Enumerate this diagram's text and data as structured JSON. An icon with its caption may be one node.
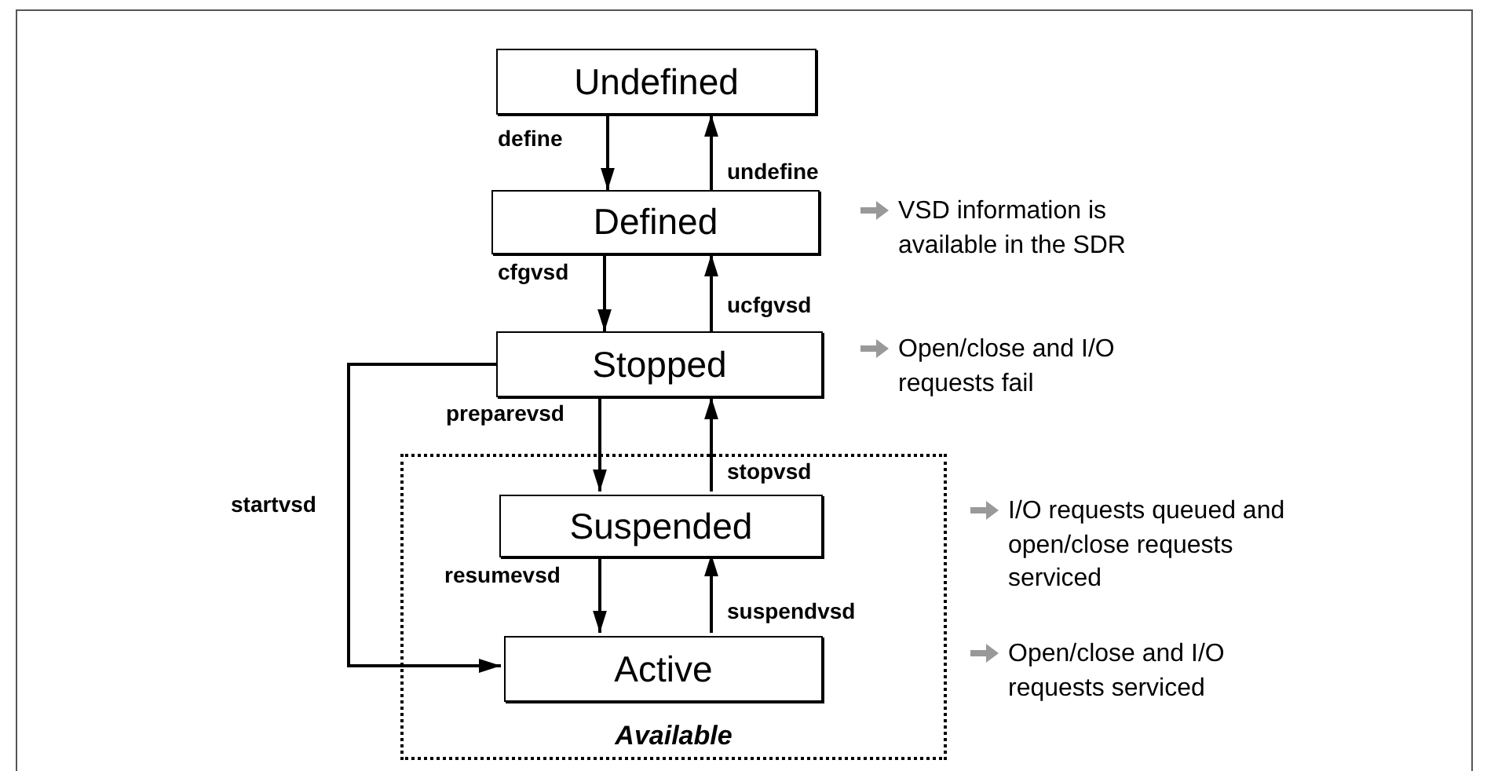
{
  "diagram": {
    "nodes": [
      {
        "text": [
          "Undefined"
        ]
      },
      {
        "text": [
          "Defined"
        ],
        "beside": [
          "VSD information is available in the SDR"
        ]
      },
      {
        "text": [
          "Stopped"
        ],
        "beside": [
          "Open/close and I/O requests fail"
        ]
      },
      {
        "text": [
          "Available"
        ]
      },
      {
        "text": [
          "Suspended"
        ],
        "in": 3
      },
      {
        "text": [
          "Active"
        ],
        "in": 3
      }
    ],
    "labels": [
      "I/O requests queued and open/close requests serviced",
      "Open/close and I/O requests serviced"
    ],
    "edges": [
      {
        "from": 0,
        "to": 1,
        "arrow": "to",
        "label": "define"
      },
      {
        "from": 1,
        "to": 0,
        "arrow": "to",
        "label": "undefine"
      },
      {
        "from": 1,
        "to": 2,
        "arrow": "to",
        "label": "cfgvsd"
      },
      {
        "from": 2,
        "to": 1,
        "arrow": "to",
        "label": "ucfgvsd"
      },
      {
        "from": 2,
        "to": 4,
        "arrow": "to",
        "label": "preparevsd"
      },
      {
        "from": 4,
        "to": 2,
        "arrow": "to",
        "label": "stopvsd"
      },
      {
        "from": 4,
        "to": 5,
        "arrow": "to",
        "label": "resumevsd"
      },
      {
        "from": 5,
        "to": 4,
        "arrow": "to",
        "label": "suspendvsd"
      },
      {
        "from": 2,
        "to": 5,
        "arrow": "to",
        "label": "startvsd"
      }
    ]
  }
}
